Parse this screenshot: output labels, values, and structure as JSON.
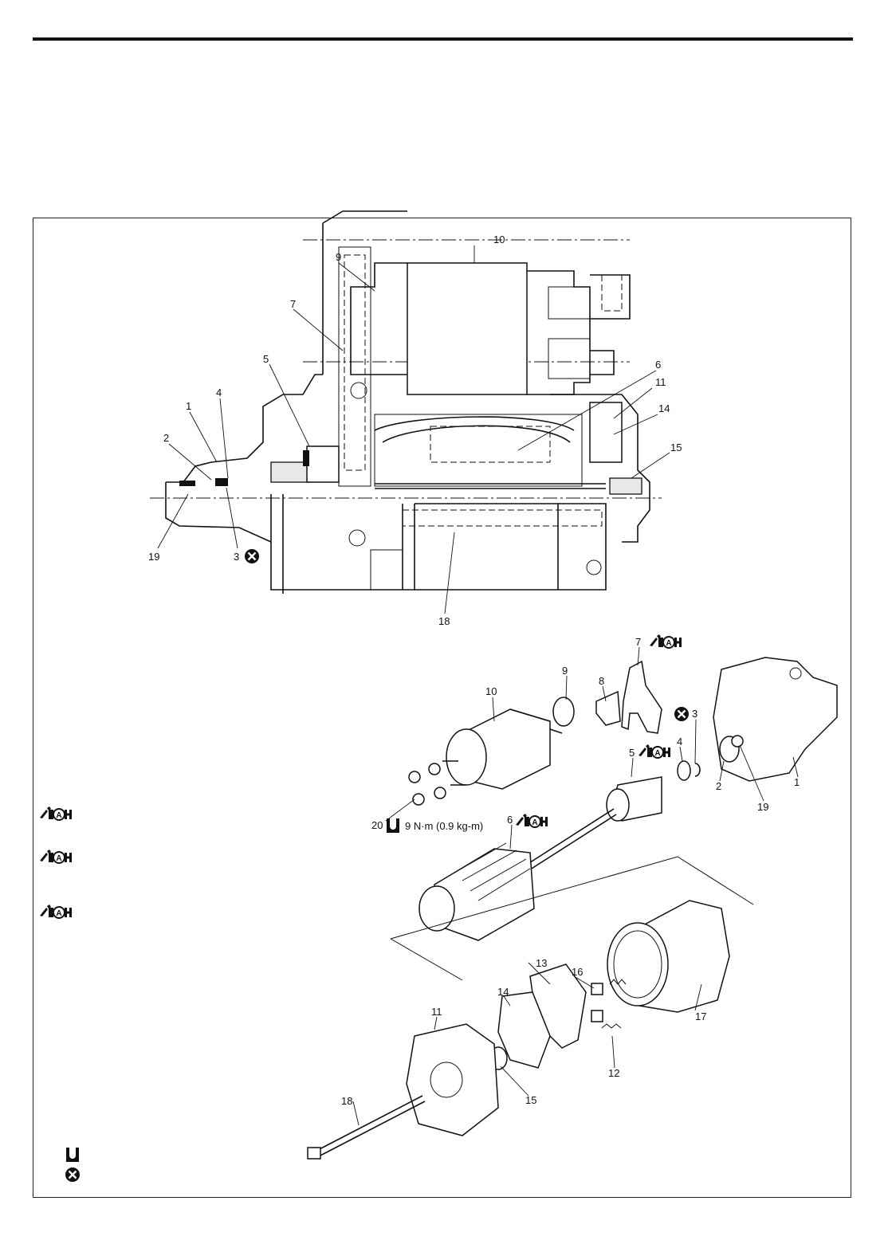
{
  "cross_section": {
    "labels": [
      "1",
      "2",
      "3",
      "4",
      "5",
      "6",
      "7",
      "9",
      "10",
      "11",
      "14",
      "15",
      "18",
      "19"
    ]
  },
  "exploded": {
    "labels": [
      "1",
      "2",
      "3",
      "4",
      "5",
      "6",
      "7",
      "8",
      "9",
      "10",
      "11",
      "12",
      "13",
      "14",
      "15",
      "16",
      "17",
      "18",
      "19",
      "20"
    ],
    "torque_spec": "9 N·m (0.9 kg-m)"
  },
  "legend": {
    "symbols": [
      "grease-a-symbol",
      "grease-a-symbol",
      "grease-a-symbol",
      "torque-symbol",
      "do-not-reuse-symbol"
    ]
  }
}
